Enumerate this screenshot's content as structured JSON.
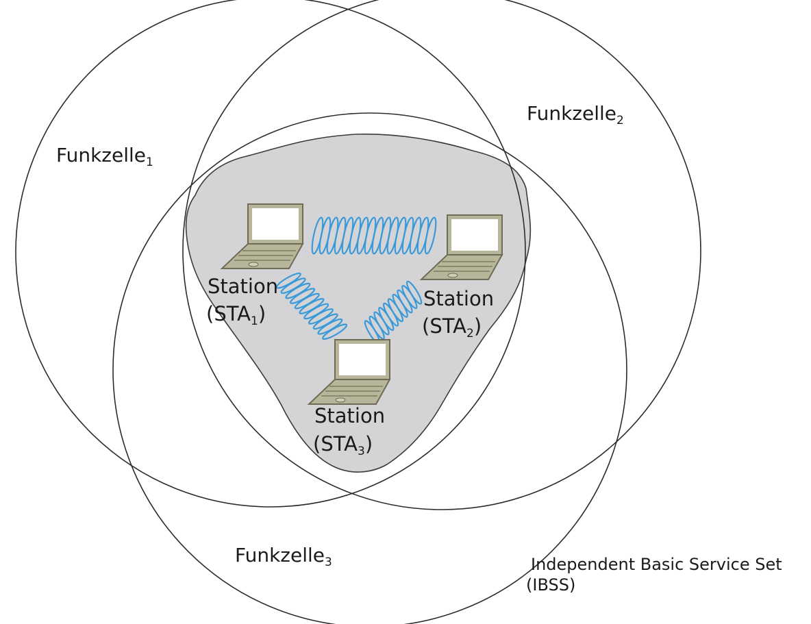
{
  "cells": [
    {
      "name": "Funkzelle",
      "sub": "1"
    },
    {
      "name": "Funkzelle",
      "sub": "2"
    },
    {
      "name": "Funkzelle",
      "sub": "3"
    }
  ],
  "stations": [
    {
      "line1": "Station",
      "line2_prefix": "(STA",
      "sub": "1",
      "line2_suffix": ")"
    },
    {
      "line1": "Station",
      "line2_prefix": "(STA",
      "sub": "2",
      "line2_suffix": ")"
    },
    {
      "line1": "Station",
      "line2_prefix": "(STA",
      "sub": "3",
      "line2_suffix": ")"
    }
  ],
  "ibss": {
    "line1": "Independent Basic Service Set",
    "line2": "(IBSS)"
  },
  "colors": {
    "region_fill": "#d4d4d6",
    "link": "#3a9ad9",
    "laptop_body": "#b7b59a",
    "laptop_edge": "#6e6c55"
  }
}
